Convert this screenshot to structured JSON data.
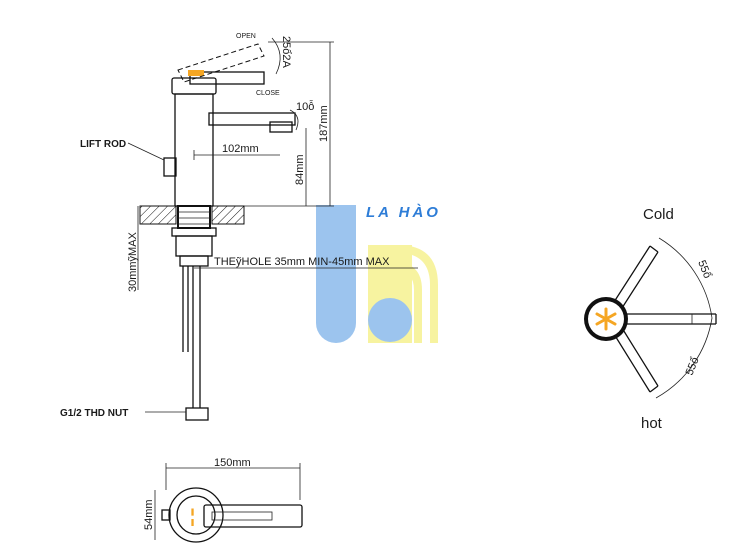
{
  "labels": {
    "lift_rod": "LIFT ROD",
    "open": "OPEN",
    "close": "CLOSE",
    "angle_handle": "25ổ2A",
    "angle_spout": "10ỗ",
    "dim_height": "187mm",
    "dim_spout_reach": "102mm",
    "dim_spout_height": "84mm",
    "dim_counter": "30mmỹMAX",
    "thru_hole": "THEỹHOLE 35mm MIN-45mm MAX",
    "nut": "G1/2 THD NUT",
    "dim_length": "150mm",
    "dim_width": "54mm",
    "cold": "Cold",
    "hot": "hot",
    "angle_cold": "55ổ",
    "angle_hot": "55ổ"
  },
  "watermark": {
    "text": "LA HÀO",
    "colors": {
      "blue": "#9cc4ee",
      "yellow": "#f7f3a0",
      "text": "#2e7dd7"
    }
  },
  "colors": {
    "accent_orange": "#f5a623",
    "line": "#111111"
  },
  "icons": {
    "handle_cap": "asterisk-icon"
  }
}
